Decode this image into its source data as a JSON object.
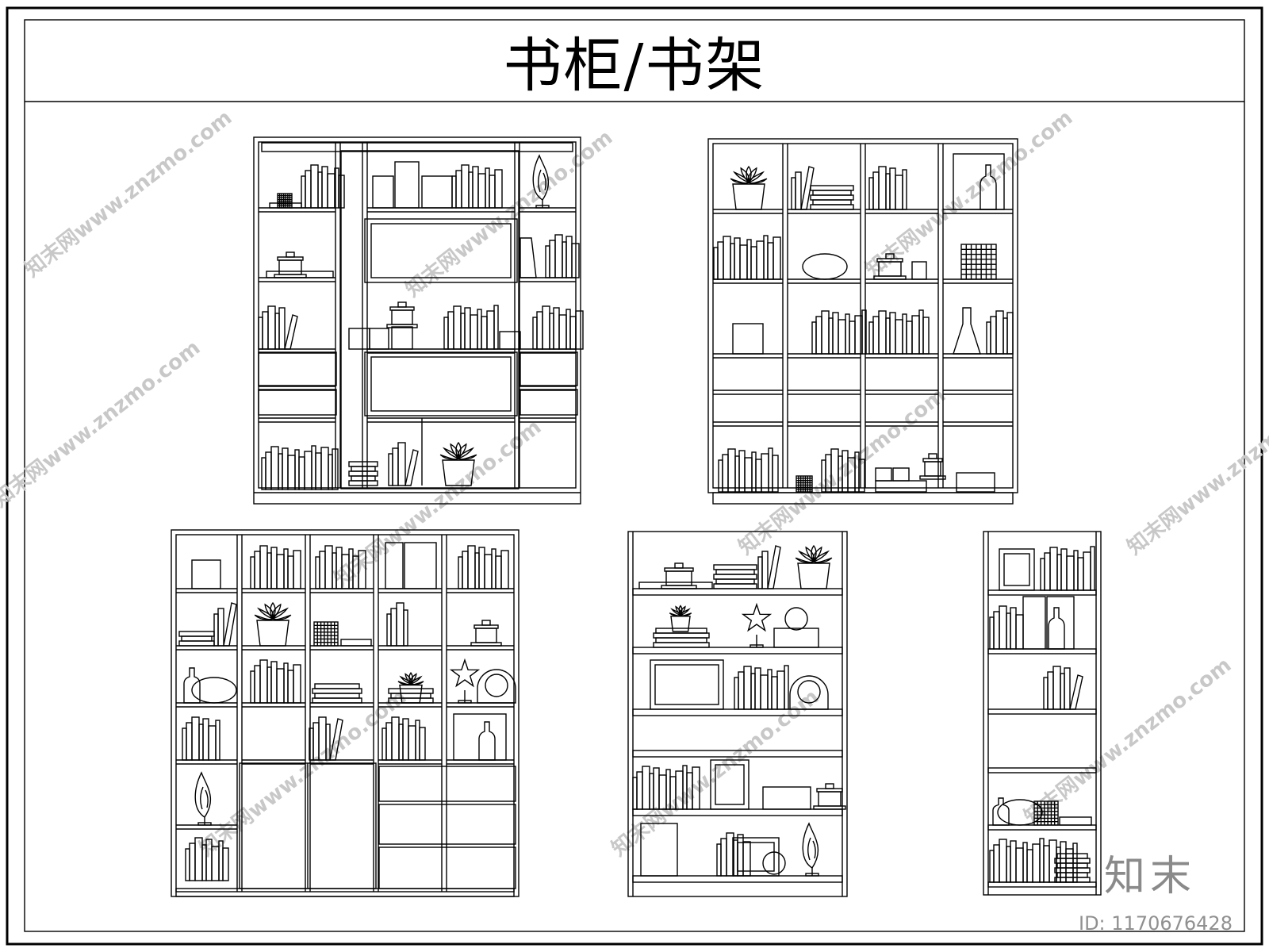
{
  "title": "书柜/书架",
  "watermark": {
    "text": "知末网www.znzmo.com",
    "brand": "知末",
    "id_label": "ID: 1170676428",
    "color": "#c8c8c8"
  },
  "colors": {
    "line": "#000000",
    "background": "#ffffff"
  }
}
